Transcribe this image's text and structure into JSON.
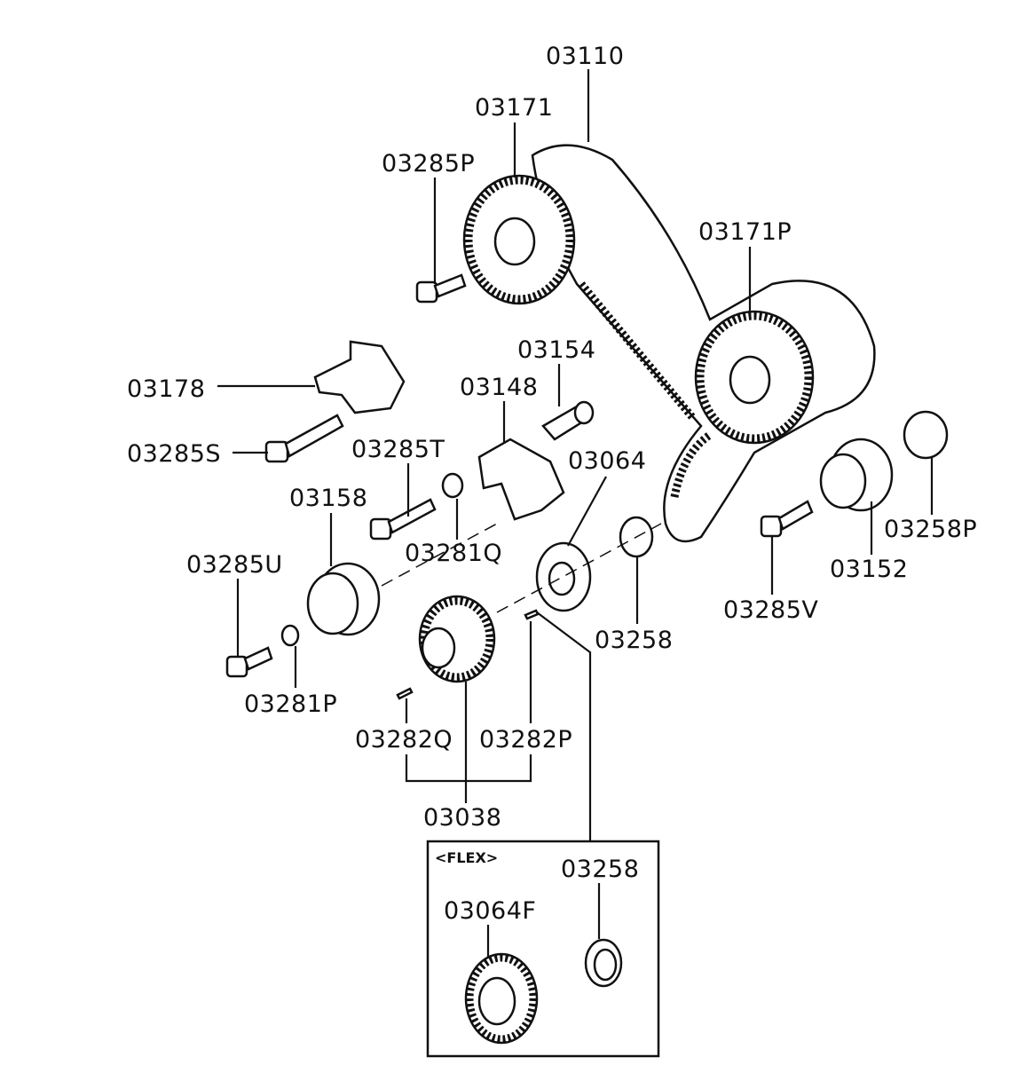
{
  "diagram": {
    "labels": {
      "timing_belt": "03110",
      "camshaft_sprocket": "03171",
      "bolt_p": "03285P",
      "camshaft_sprocket_p": "03171P",
      "tensioner": "03178",
      "shaft_03154": "03154",
      "tensioner_arm": "03148",
      "bolt_s": "03285S",
      "bolt_t": "03285T",
      "crank_plate": "03064",
      "tensioner_pulley": "03158",
      "washer_q": "03281Q",
      "bolt_u": "03285U",
      "spacer_p": "03258P",
      "idler_pulley": "03152",
      "bolt_v": "03285V",
      "washer_03258": "03258",
      "washer_p": "03281P",
      "key_q": "03282Q",
      "key_p": "03282P",
      "crank_sprocket": "03038"
    },
    "inset": {
      "title": "<FLEX>",
      "washer": "03258",
      "plate": "03064F"
    }
  }
}
